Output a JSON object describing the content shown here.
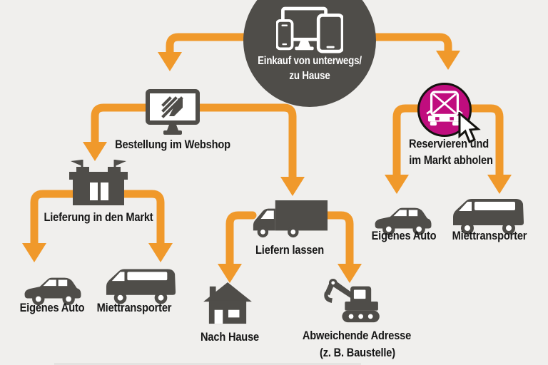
{
  "title": "Einkauf von unterwegs / zu Hause – Lieferoptionen Flussdiagramm",
  "colors": {
    "background": "#f0efed",
    "dark": "#4f4d49",
    "orange": "#f0992b",
    "magenta": "#c00d7e",
    "ink": "#171717"
  },
  "root": {
    "icon": "devices-icon",
    "label_line1": "Einkauf von unterwegs/",
    "label_line2": "zu Hause"
  },
  "nodes": {
    "webshop": {
      "icon": "monitor-webshop-icon",
      "label": "Bestellung im Webshop"
    },
    "market": {
      "icon": "market-building-icon",
      "label": "Lieferung in den Markt"
    },
    "market_car": {
      "icon": "car-icon",
      "label": "Eigenes Auto"
    },
    "market_van": {
      "icon": "van-icon",
      "label": "Miettransporter"
    },
    "delivery": {
      "icon": "delivery-truck-icon",
      "label": "Liefern lassen"
    },
    "home": {
      "icon": "house-icon",
      "label": "Nach Hause"
    },
    "site": {
      "icon": "excavator-icon",
      "label_line1": "Abweichende Adresse",
      "label_line2": "(z. B. Baustelle)"
    },
    "reserve": {
      "icon": "reserve-click-icon",
      "label_line1": "Reservieren und",
      "label_line2": "im Markt abholen"
    },
    "reserve_car": {
      "icon": "car-icon",
      "label": "Eigenes Auto"
    },
    "reserve_van": {
      "icon": "van-icon",
      "label": "Miettransporter"
    }
  },
  "edges": [
    [
      "root",
      "webshop"
    ],
    [
      "root",
      "reserve"
    ],
    [
      "webshop",
      "market"
    ],
    [
      "webshop",
      "delivery"
    ],
    [
      "market",
      "market_car"
    ],
    [
      "market",
      "market_van"
    ],
    [
      "delivery",
      "home"
    ],
    [
      "delivery",
      "site"
    ],
    [
      "reserve",
      "reserve_car"
    ],
    [
      "reserve",
      "reserve_van"
    ]
  ]
}
